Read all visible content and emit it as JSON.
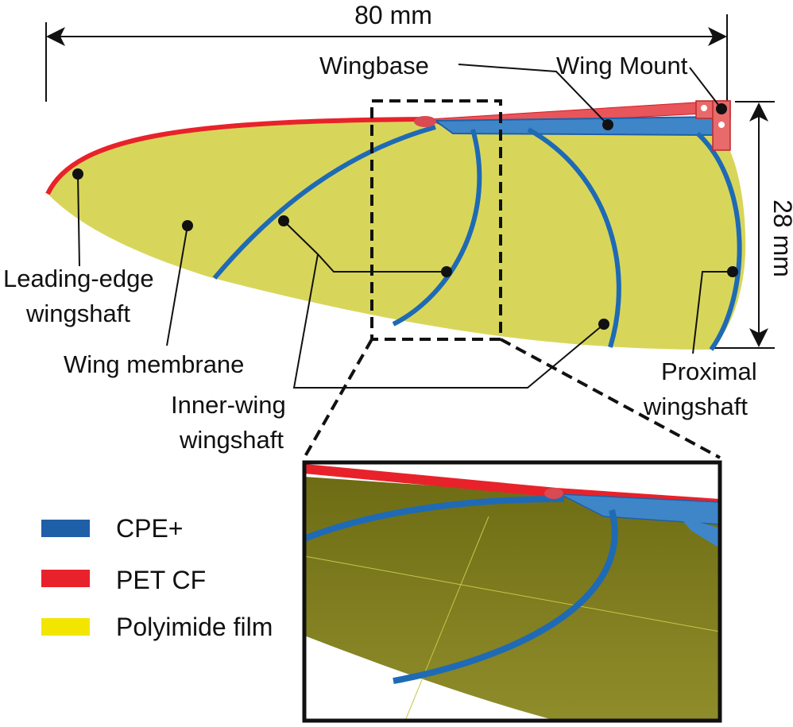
{
  "dimensions": {
    "width_label": "80 mm",
    "height_label": "28 mm"
  },
  "labels": {
    "wingbase": "Wingbase",
    "wing_mount": "Wing Mount",
    "leading_edge_1": "Leading-edge",
    "leading_edge_2": "wingshaft",
    "wing_membrane": "Wing membrane",
    "inner_wing_1": "Inner-wing",
    "inner_wing_2": "wingshaft",
    "proximal_1": "Proximal",
    "proximal_2": "wingshaft"
  },
  "legend": [
    {
      "label": "CPE+",
      "color": "#1f5fa8"
    },
    {
      "label": "PET CF",
      "color": "#e8222a"
    },
    {
      "label": "Polyimide film",
      "color": "#f2e600"
    }
  ],
  "colors": {
    "membrane": "#d8d65a",
    "membrane_zoom": "#7f7d1c",
    "cpe": "#1f6ab5",
    "pet": "#e8222a",
    "mount": "#e86a6a",
    "line": "#111111"
  }
}
